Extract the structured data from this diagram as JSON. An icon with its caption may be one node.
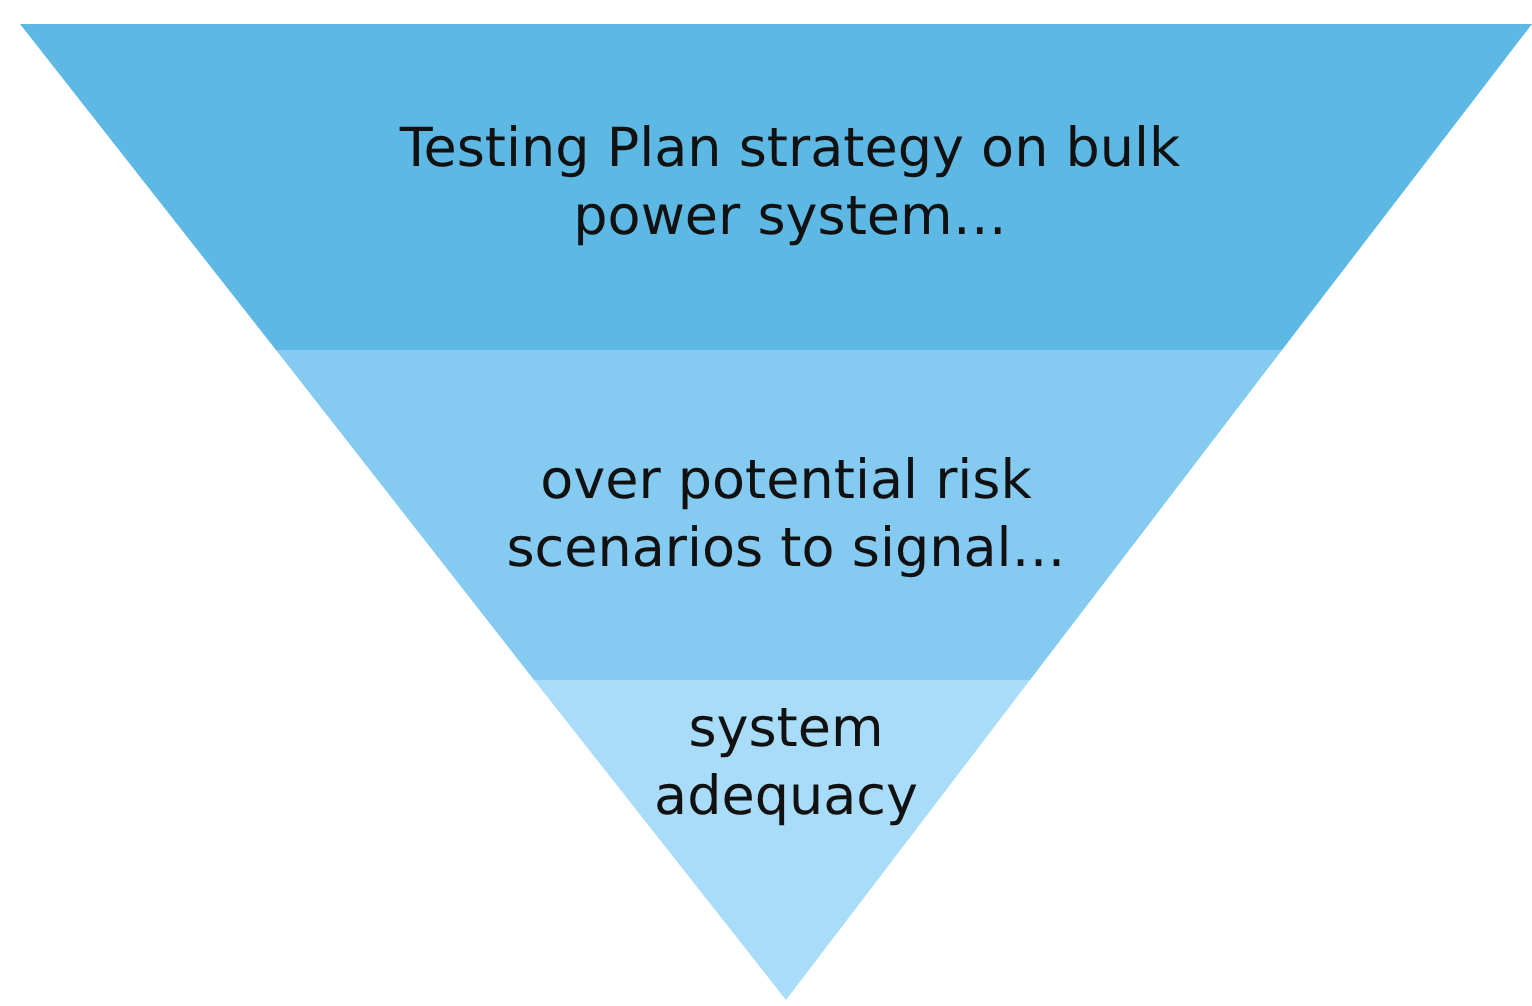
{
  "diagram": {
    "nodes": [
      {
        "text": [
          "Testing Plan strategy on bulk power system…"
        ]
      },
      {
        "text": [
          "over potential risk scenarios to signal…"
        ]
      },
      {
        "text": [
          "system adequacy"
        ]
      }
    ]
  }
}
